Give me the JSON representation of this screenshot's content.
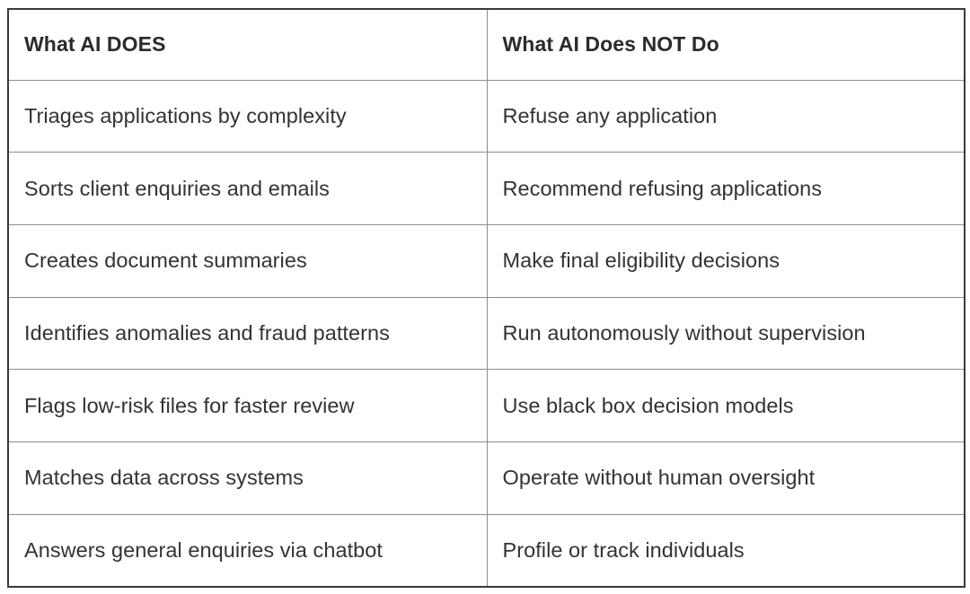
{
  "table": {
    "columns": [
      {
        "header": "What AI DOES"
      },
      {
        "header": "What AI Does NOT Do"
      }
    ],
    "rows": [
      {
        "does": "Triages applications by complexity",
        "does_not": "Refuse any application"
      },
      {
        "does": "Sorts client enquiries and emails",
        "does_not": "Recommend refusing applications"
      },
      {
        "does": "Creates document summaries",
        "does_not": "Make final eligibility decisions"
      },
      {
        "does": "Identifies anomalies and fraud patterns",
        "does_not": "Run autonomously without supervision"
      },
      {
        "does": "Flags low-risk files for faster review",
        "does_not": "Use black box decision models"
      },
      {
        "does": "Matches data across systems",
        "does_not": "Operate without human oversight"
      },
      {
        "does": "Answers general enquiries via chatbot",
        "does_not": "Profile or track individuals"
      }
    ]
  },
  "colors": {
    "background": "#ffffff",
    "outer_border": "#3a3a3a",
    "inner_border": "#8d8d8d",
    "header_text": "#2b2b2b",
    "body_text": "#333333"
  }
}
